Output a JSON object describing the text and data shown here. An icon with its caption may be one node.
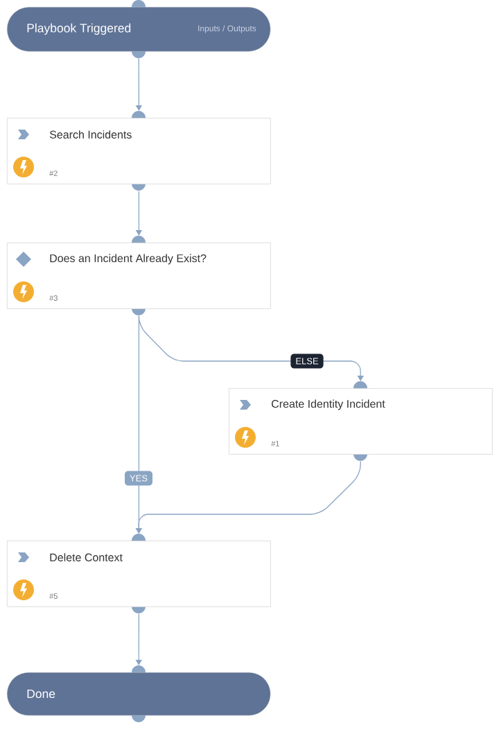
{
  "diagram": {
    "nodes": [
      {
        "text": [
          "Playbook Triggered",
          "Inputs / Outputs"
        ]
      },
      {
        "text": [
          "Search Incidents",
          "#2"
        ]
      },
      {
        "text": [
          "Does an Incident Already Exist?",
          "#3"
        ]
      },
      {
        "text": [
          "Create Identity Incident",
          "#1"
        ]
      },
      {
        "text": [
          "Delete Context",
          "#5"
        ]
      },
      {
        "text": [
          "Done"
        ]
      }
    ],
    "edges": [
      {
        "from": 0,
        "to": 1,
        "arrow": "to"
      },
      {
        "from": 1,
        "to": 2,
        "arrow": "to"
      },
      {
        "from": 2,
        "to": 3,
        "arrow": "to",
        "label": "ELSE"
      },
      {
        "from": 2,
        "to": 4,
        "arrow": "to",
        "label": "YES"
      },
      {
        "from": 3,
        "to": 4,
        "arrow": "to"
      },
      {
        "from": 4,
        "to": 5,
        "arrow": "to"
      }
    ]
  }
}
